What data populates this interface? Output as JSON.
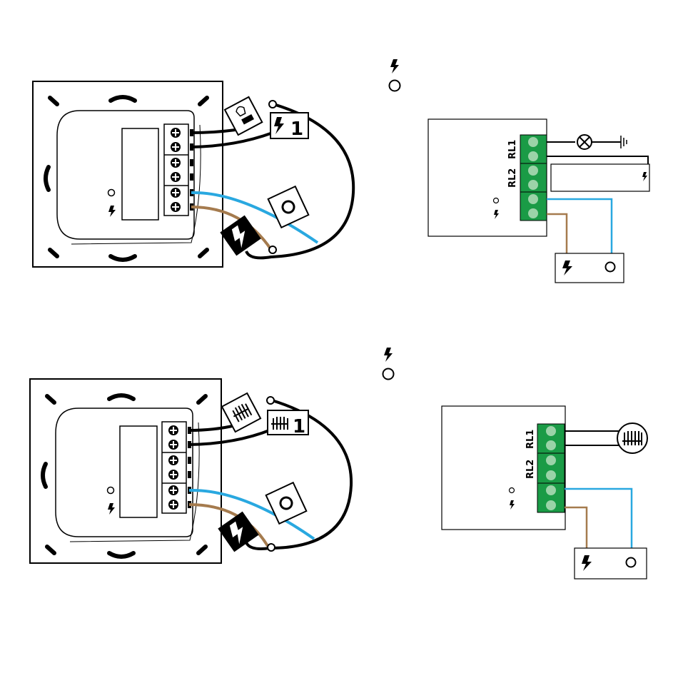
{
  "colors": {
    "ink": "#000000",
    "terminal_green": "#1a9b46",
    "terminal_dot": "#9bd3a8",
    "neutral_blue": "#29a8e0",
    "live_brown": "#a57b4e",
    "paper": "#ffffff"
  },
  "icons": {
    "live": "lightning-bolt-icon",
    "neutral": "circle-icon",
    "lamp": "lamp-icon",
    "heater": "heater-icon",
    "relay_number": "1"
  },
  "panels": [
    {
      "id": "lighting-circuit",
      "relay_labels": {
        "rl1": "RL1",
        "rl2": "RL2"
      },
      "load_icon": "lamp-icon",
      "tag_number": "1"
    },
    {
      "id": "heating-circuit",
      "relay_labels": {
        "rl1": "RL1",
        "rl2": "RL2"
      },
      "load_icon": "heater-icon",
      "tag_number": "1"
    }
  ]
}
